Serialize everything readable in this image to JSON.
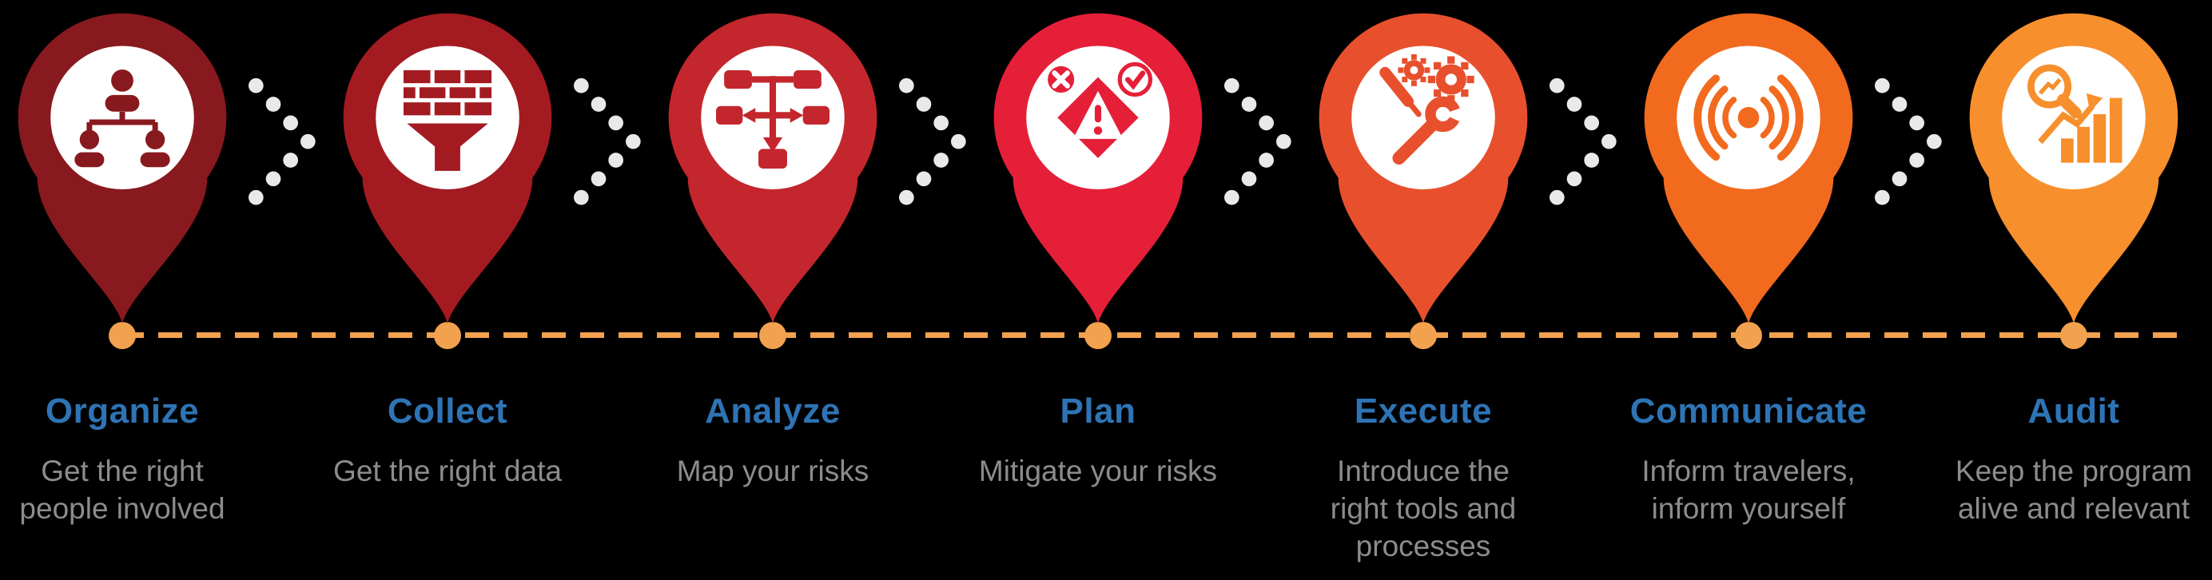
{
  "canvas": {
    "background": "#000000"
  },
  "timeline": {
    "line_color": "#F2A14E",
    "dot_color": "#F2A14E",
    "chevron_dot_color": "#E9E9E9"
  },
  "text_colors": {
    "title": "#2E74B5",
    "subtitle": "#8C8C8C"
  },
  "steps": [
    {
      "id": "organize",
      "title": "Organize",
      "subtitle_lines": [
        "Get the right",
        "people involved"
      ],
      "pin_color": "#88191F",
      "icon": "org-chart-icon"
    },
    {
      "id": "collect",
      "title": "Collect",
      "subtitle_lines": [
        "Get the right data"
      ],
      "pin_color": "#A31B21",
      "icon": "brick-funnel-icon"
    },
    {
      "id": "analyze",
      "title": "Analyze",
      "subtitle_lines": [
        "Map your risks"
      ],
      "pin_color": "#C3262C",
      "icon": "flowchart-icon"
    },
    {
      "id": "plan",
      "title": "Plan",
      "subtitle_lines": [
        "Mitigate your risks"
      ],
      "pin_color": "#E61F39",
      "icon": "warning-diamond-icon"
    },
    {
      "id": "execute",
      "title": "Execute",
      "subtitle_lines": [
        "Introduce the",
        "right tools and",
        "processes"
      ],
      "pin_color": "#E8502D",
      "icon": "tools-gears-icon"
    },
    {
      "id": "communicate",
      "title": "Communicate",
      "subtitle_lines": [
        "Inform travelers,",
        "inform yourself"
      ],
      "pin_color": "#F26A1E",
      "icon": "signal-waves-icon"
    },
    {
      "id": "audit",
      "title": "Audit",
      "subtitle_lines": [
        "Keep the program",
        "alive and relevant"
      ],
      "pin_color": "#F78F2D",
      "icon": "chart-magnifier-icon"
    }
  ]
}
